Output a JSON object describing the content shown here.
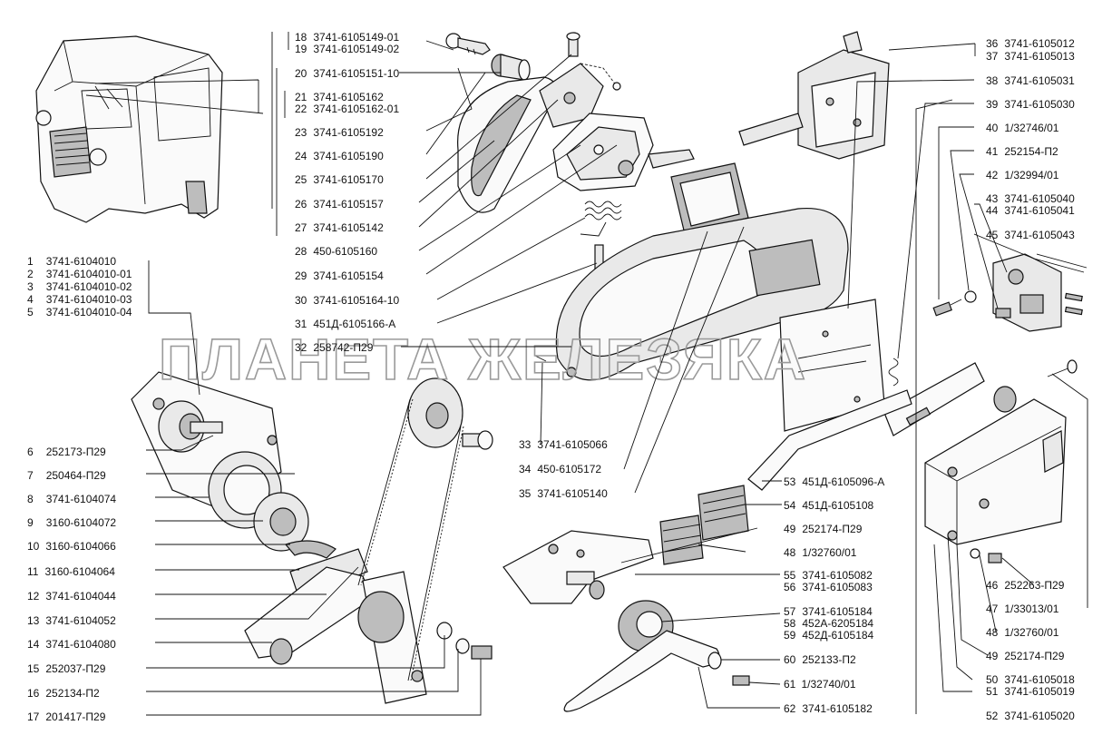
{
  "watermark": "ПЛАНЕТА ЖЕЛЕЗЯКА",
  "callouts": [
    {
      "n": "1",
      "code": "3741-6104010"
    },
    {
      "n": "2",
      "code": "3741-6104010-01"
    },
    {
      "n": "3",
      "code": "3741-6104010-02"
    },
    {
      "n": "4",
      "code": "3741-6104010-03"
    },
    {
      "n": "5",
      "code": "3741-6104010-04"
    },
    {
      "n": "6",
      "code": "252173-П29"
    },
    {
      "n": "7",
      "code": "250464-П29"
    },
    {
      "n": "8",
      "code": "3741-6104074"
    },
    {
      "n": "9",
      "code": "3160-6104072"
    },
    {
      "n": "10",
      "code": "3160-6104066"
    },
    {
      "n": "11",
      "code": "3160-6104064"
    },
    {
      "n": "12",
      "code": "3741-6104044"
    },
    {
      "n": "13",
      "code": "3741-6104052"
    },
    {
      "n": "14",
      "code": "3741-6104080"
    },
    {
      "n": "15",
      "code": "252037-П29"
    },
    {
      "n": "16",
      "code": "252134-П2"
    },
    {
      "n": "17",
      "code": "201417-П29"
    },
    {
      "n": "18",
      "code": "3741-6105149-01"
    },
    {
      "n": "19",
      "code": "3741-6105149-02"
    },
    {
      "n": "20",
      "code": "3741-6105151-10"
    },
    {
      "n": "21",
      "code": "3741-6105162"
    },
    {
      "n": "22",
      "code": "3741-6105162-01"
    },
    {
      "n": "23",
      "code": "3741-6105192"
    },
    {
      "n": "24",
      "code": "3741-6105190"
    },
    {
      "n": "25",
      "code": "3741-6105170"
    },
    {
      "n": "26",
      "code": "3741-6105157"
    },
    {
      "n": "27",
      "code": "3741-6105142"
    },
    {
      "n": "28",
      "code": "450-6105160"
    },
    {
      "n": "29",
      "code": "3741-6105154"
    },
    {
      "n": "30",
      "code": "3741-6105164-10"
    },
    {
      "n": "31",
      "code": "451Д-6105166-А"
    },
    {
      "n": "32",
      "code": "258742-П29"
    },
    {
      "n": "33",
      "code": "3741-6105066"
    },
    {
      "n": "34",
      "code": "450-6105172"
    },
    {
      "n": "35",
      "code": "3741-6105140"
    },
    {
      "n": "36",
      "code": "3741-6105012"
    },
    {
      "n": "37",
      "code": "3741-6105013"
    },
    {
      "n": "38",
      "code": "3741-6105031"
    },
    {
      "n": "39",
      "code": "3741-6105030"
    },
    {
      "n": "40",
      "code": "1/32746/01"
    },
    {
      "n": "41",
      "code": "252154-П2"
    },
    {
      "n": "42",
      "code": "1/32994/01"
    },
    {
      "n": "43",
      "code": "3741-6105040"
    },
    {
      "n": "44",
      "code": "3741-6105041"
    },
    {
      "n": "45",
      "code": "3741-6105043"
    },
    {
      "n": "46",
      "code": "252263-П29"
    },
    {
      "n": "47",
      "code": "1/33013/01"
    },
    {
      "n": "48",
      "code": "1/32760/01"
    },
    {
      "n": "49",
      "code": "252174-П29"
    },
    {
      "n": "50",
      "code": "3741-6105018"
    },
    {
      "n": "51",
      "code": "3741-6105019"
    },
    {
      "n": "52",
      "code": "3741-6105020"
    },
    {
      "n": "53",
      "code": "451Д-6105096-А"
    },
    {
      "n": "54",
      "code": "451Д-6105108"
    },
    {
      "n": "49b",
      "code": "252174-П29"
    },
    {
      "n": "48b",
      "code": "1/32760/01"
    },
    {
      "n": "55",
      "code": "3741-6105082"
    },
    {
      "n": "56",
      "code": "3741-6105083"
    },
    {
      "n": "57",
      "code": "3741-6105184"
    },
    {
      "n": "58",
      "code": "452А-6205184"
    },
    {
      "n": "59",
      "code": "452Д-6105184"
    },
    {
      "n": "60",
      "code": "252133-П2"
    },
    {
      "n": "61",
      "code": "1/32740/01"
    },
    {
      "n": "62",
      "code": "3741-6105182"
    }
  ]
}
